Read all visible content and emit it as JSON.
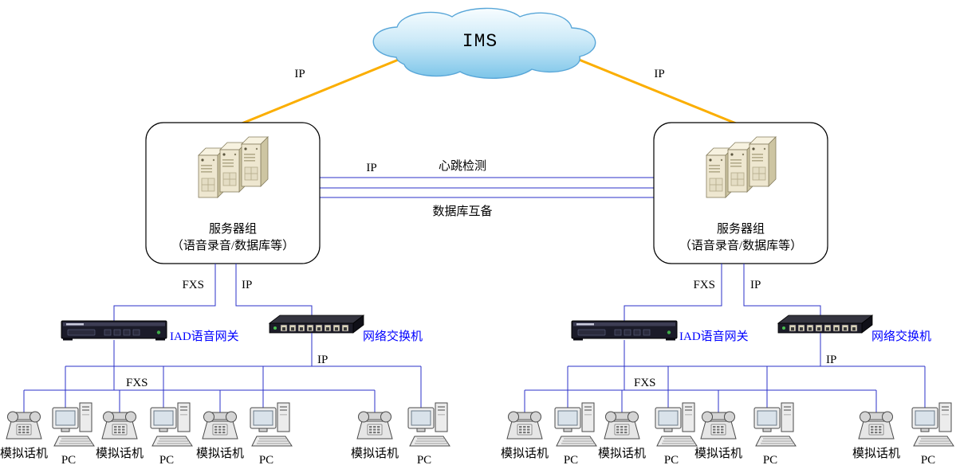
{
  "diagram": {
    "cloud": {
      "label": "IMS"
    },
    "edge_labels": {
      "ip": "IP",
      "fxs": "FXS",
      "heartbeat": "心跳检测",
      "db_backup": "数据库互备"
    },
    "nodes": {
      "server_group": {
        "title": "服务器组",
        "subtitle": "（语音录音/数据库等）"
      },
      "iad_gateway": {
        "label": "IAD语音网关"
      },
      "network_switch": {
        "label": "网络交换机"
      },
      "analog_phone": {
        "label": "模拟话机"
      },
      "pc": {
        "label": "PC"
      }
    },
    "colors": {
      "uplink_line": "#FBAE00",
      "link_line": "#2B32C8",
      "device_label_text": "#0000FF",
      "cloud_stroke": "#58A6D8"
    }
  }
}
